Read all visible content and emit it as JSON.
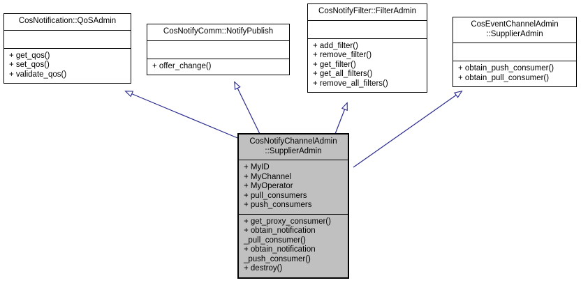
{
  "diagram": {
    "type": "uml-class-diagram",
    "title": "CosNotifyChannelAdmin::SupplierAdmin inheritance diagram",
    "edge_color": "#2b2b8f",
    "highlight_fill": "#c0c0c0",
    "box_fill": "#ffffff",
    "border_color": "#000000",
    "relationship": "generalization"
  },
  "classes": {
    "qos_admin": {
      "name": "CosNotification::QoSAdmin",
      "attributes": [],
      "operations": [
        "+ get_qos()",
        "+ set_qos()",
        "+ validate_qos()"
      ]
    },
    "notify_publish": {
      "name": "CosNotifyComm::NotifyPublish",
      "attributes": [],
      "operations": [
        "+ offer_change()"
      ]
    },
    "filter_admin": {
      "name": "CosNotifyFilter::FilterAdmin",
      "attributes": [],
      "operations": [
        "+ add_filter()",
        "+ remove_filter()",
        "+ get_filter()",
        "+ get_all_filters()",
        "+ remove_all_filters()"
      ]
    },
    "event_channel_admin": {
      "name": "CosEventChannelAdmin\n::SupplierAdmin",
      "attributes": [],
      "operations": [
        "+ obtain_push_consumer()",
        "+ obtain_pull_consumer()"
      ]
    },
    "supplier_admin": {
      "name": "CosNotifyChannelAdmin\n::SupplierAdmin",
      "attributes": [
        "+ MyID",
        "+ MyChannel",
        "+ MyOperator",
        "+ pull_consumers",
        "+ push_consumers"
      ],
      "operations": [
        "+ get_proxy_consumer()",
        "+ obtain_notification\n_pull_consumer()",
        "+ obtain_notification\n_push_consumer()",
        "+ destroy()"
      ]
    }
  },
  "edges": [
    {
      "name": "edge-supplieradmin-to-qosadmin",
      "from": "supplier_admin",
      "to": "qos_admin"
    },
    {
      "name": "edge-supplieradmin-to-notifypublish",
      "from": "supplier_admin",
      "to": "notify_publish"
    },
    {
      "name": "edge-supplieradmin-to-filteradmin",
      "from": "supplier_admin",
      "to": "filter_admin"
    },
    {
      "name": "edge-supplieradmin-to-eventchannel",
      "from": "supplier_admin",
      "to": "event_channel_admin"
    }
  ]
}
